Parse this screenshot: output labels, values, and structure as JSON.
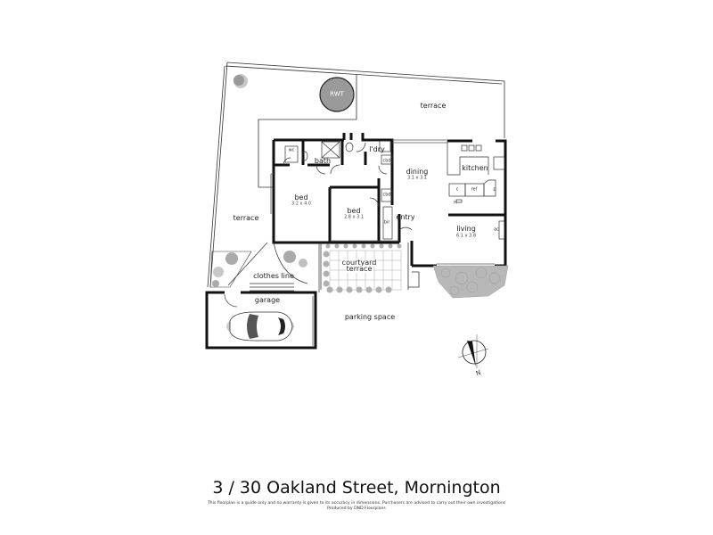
{
  "title": "3 / 30 Oakland Street, Mornington",
  "disclaimer": {
    "line1": "This floorplan is a guide only and no warranty is given to its accuracy in dimensions. Purchasers are advised to carry out their own investigations",
    "line2": "Produced by DND Floorplans"
  },
  "rooms": {
    "terrace_top": {
      "label": "terrace"
    },
    "terrace_left": {
      "label": "terrace"
    },
    "rwt": {
      "label": "RWT"
    },
    "bath": {
      "label": "bath"
    },
    "wc": {
      "label": "wc"
    },
    "laundry": {
      "label": "l'dry"
    },
    "laundry_cbd": {
      "label": "cbd"
    },
    "dining": {
      "label": "dining",
      "dims": "3.1 x 3.1"
    },
    "kitchen": {
      "label": "kitchen"
    },
    "kitchen_c": {
      "label": "c"
    },
    "kitchen_ref": {
      "label": "ref"
    },
    "kitchen_p": {
      "label": "p"
    },
    "kitchen_h": {
      "label": "H"
    },
    "bed1": {
      "label": "bed",
      "dims": "3.2 x 4.0"
    },
    "bed2": {
      "label": "bed",
      "dims": "2.8 x 3.1"
    },
    "hall_cbd": {
      "label": "cbd"
    },
    "bir": {
      "label": "bir"
    },
    "entry": {
      "label": "entry"
    },
    "living": {
      "label": "living",
      "dims": "6.1 x 3.8"
    },
    "living_ac": {
      "label": "ac"
    },
    "courtyard": {
      "label_line1": "courtyard",
      "label_line2": "terrace"
    },
    "clothes_line": {
      "label": "clothes line"
    },
    "garage": {
      "label": "garage"
    },
    "parking": {
      "label": "parking space"
    }
  },
  "compass": {
    "label": "N"
  },
  "colors": {
    "wall": "#111111",
    "rwt_fill": "#9a9a9a",
    "plant": "#a8a8a8",
    "line": "#222222"
  }
}
